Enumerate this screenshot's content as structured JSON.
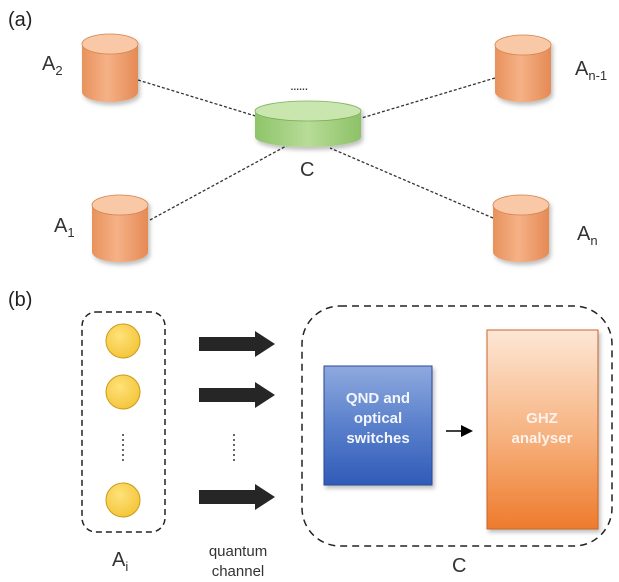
{
  "panel_a": {
    "label": "(a)",
    "center_node": {
      "label": "C",
      "dots": "......"
    },
    "nodes": [
      {
        "base": "A",
        "sub": "2"
      },
      {
        "base": "A",
        "sub": "1"
      },
      {
        "base": "A",
        "sub": "n-1"
      },
      {
        "base": "A",
        "sub": "n"
      }
    ]
  },
  "panel_b": {
    "label": "(b)",
    "ai_group": {
      "base": "A",
      "sub": "i",
      "dots": "⋮"
    },
    "channel": {
      "line1": "quantum",
      "line2": "channel",
      "dots": "⋮"
    },
    "c_box": {
      "label": "C",
      "qnd_lines": [
        "QND and",
        "optical",
        "switches"
      ],
      "ghz_lines": [
        "GHZ",
        "analyser"
      ]
    }
  },
  "colors": {
    "cylinder_orange": "#f0a574",
    "cylinder_green": "#a6d384",
    "photon_yellow": "#f7cf4a",
    "qnd_blue": "#4a72c4",
    "ghz_orange": "#f08a3e",
    "arrow": "#262626"
  }
}
